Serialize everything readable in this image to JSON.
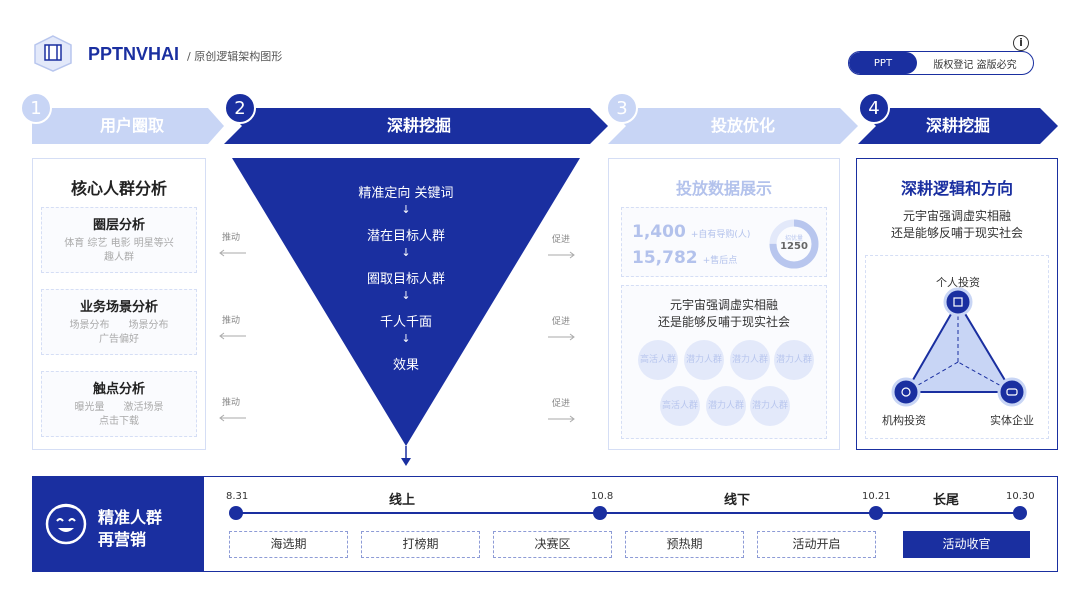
{
  "header": {
    "brand": "PPTNVHAI",
    "subtitle": "/ 原创逻辑架构图形",
    "pill_left": "PPT",
    "pill_right": "版权登记 盗版必究",
    "info_icon": "i"
  },
  "steps": [
    {
      "num": "1",
      "title": "用户圈取"
    },
    {
      "num": "2",
      "title": "深耕挖掘"
    },
    {
      "num": "3",
      "title": "投放优化"
    },
    {
      "num": "4",
      "title": "深耕挖掘"
    }
  ],
  "panel1": {
    "title": "核心人群分析",
    "boxes": [
      {
        "title": "圈层分析",
        "line1": "体育 综艺 电影 明星等兴",
        "line2": "趣人群"
      },
      {
        "title": "业务场景分析",
        "line1": "场景分布      场景分布",
        "line2": "广告偏好"
      },
      {
        "title": "触点分析",
        "line1": "曝光量      激活场景",
        "line2": "点击下载"
      }
    ],
    "side_labels": [
      "推动",
      "推动",
      "推动"
    ]
  },
  "funnel": {
    "items": [
      "精准定向 关键词",
      "潜在目标人群",
      "圈取目标人群",
      "千人千面",
      "效果"
    ],
    "arrow": "↓"
  },
  "right_labels": [
    "促进",
    "促进",
    "促进"
  ],
  "panel3": {
    "title": "投放数据展示",
    "stat1_value": "1,400",
    "stat1_label": "+自有导购(人)",
    "stat2_value": "15,782",
    "stat2_label": "+售后点",
    "ring_label": "招优量",
    "ring_value": "1250",
    "ring_fraction": 0.75,
    "text_line1": "元宇宙强调虚实相融",
    "text_line2": "还是能够反哺于现实社会",
    "bubbles": [
      "高活人群",
      "潜力人群",
      "潜力人群",
      "潜力人群",
      "高活人群",
      "潜力人群",
      "潜力人群"
    ]
  },
  "panel4": {
    "title": "深耕逻辑和方向",
    "text_line1": "元宇宙强调虚实相融",
    "text_line2": "还是能够反哺于现实社会",
    "top_label": "个人投资",
    "left_label": "机构投资",
    "right_label": "实体企业"
  },
  "bottom": {
    "title_line1": "精准人群",
    "title_line2": "再营销",
    "dates": [
      "8.31",
      "10.8",
      "10.21",
      "10.30"
    ],
    "phases": [
      "线上",
      "线下",
      "长尾"
    ],
    "stages": [
      "海选期",
      "打榜期",
      "决赛区",
      "预热期",
      "活动开启",
      "活动收官"
    ]
  },
  "colors": {
    "primary": "#1a2fa0",
    "light_blue": "#c8d5f5",
    "pale_blue": "#e3e9fa"
  }
}
